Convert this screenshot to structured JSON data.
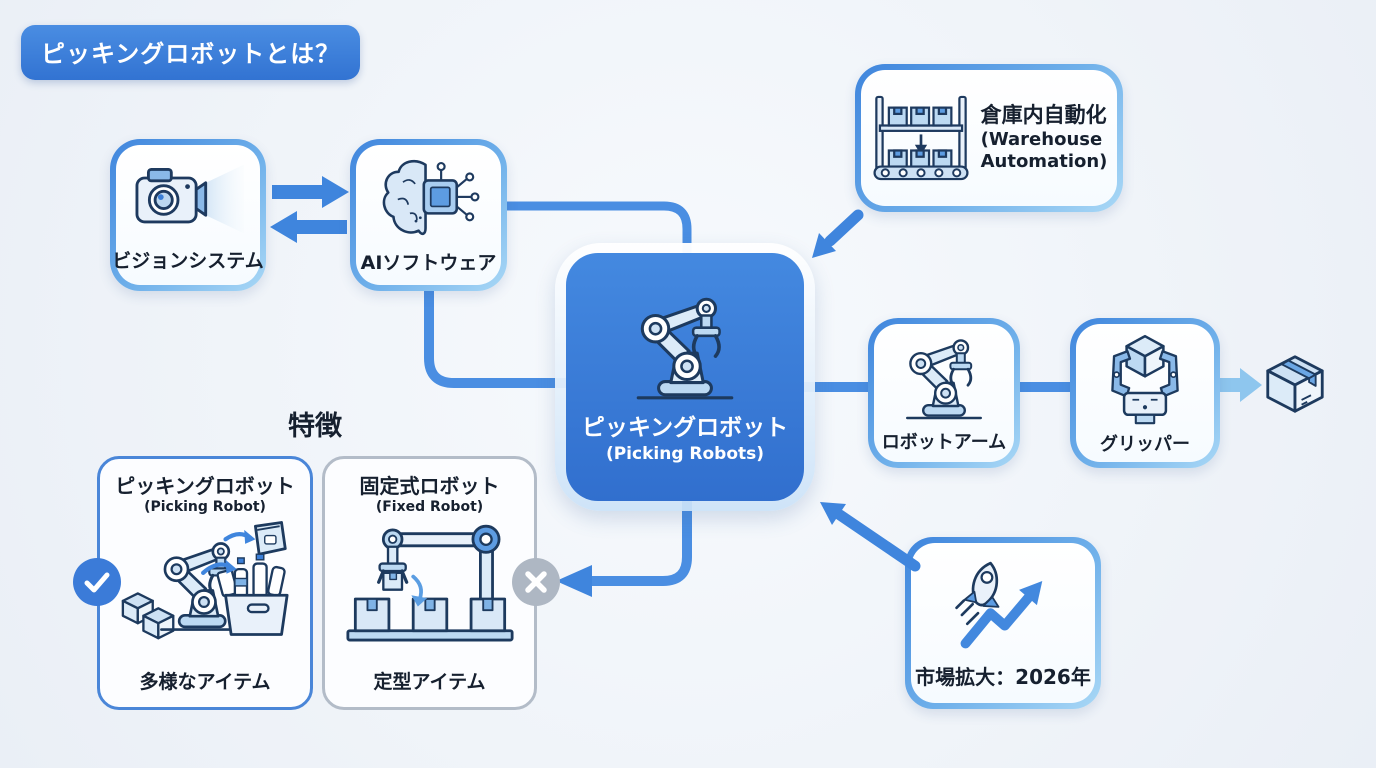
{
  "title_badge": {
    "label": "ピッキングロボットとは？"
  },
  "nodes": {
    "vision": {
      "label": "ビジョンシステム",
      "icon": "camera-icon"
    },
    "ai": {
      "label": "AIソフトウェア",
      "icon": "brain-chip-icon"
    },
    "warehouse": {
      "label": "倉庫内自動化",
      "sublabel_line1": "(Warehouse",
      "sublabel_line2": "Automation)",
      "icon": "warehouse-shelf-icon"
    },
    "picking": {
      "label": "ピッキングロボット",
      "sublabel": "(Picking Robots)",
      "icon": "picking-robot-arm-icon"
    },
    "robot_arm": {
      "label": "ロボットアーム",
      "icon": "robot-arm-icon"
    },
    "gripper": {
      "label": "グリッパー",
      "icon": "gripper-icon"
    },
    "package": {
      "icon": "package-box-icon"
    }
  },
  "features": {
    "heading": "特徴",
    "picking_card": {
      "title": "ピッキングロボット",
      "subtitle": "(Picking Robot)",
      "caption": "多様なアイテム",
      "badge_icon": "check-icon"
    },
    "fixed_card": {
      "title": "固定式ロボット",
      "subtitle": "(Fixed Robot)",
      "caption": "定型アイテム",
      "badge_icon": "x-icon"
    }
  },
  "market": {
    "label": "市場拡大：2026年",
    "icon": "rocket-growth-icon"
  },
  "colors": {
    "background": "#f1f5f9",
    "primary_blue": "#3f85dd",
    "center_box_blue": "#3a7ad8",
    "light_arrow_blue": "#8ec6ee",
    "gray_badge": "#aeb7c3",
    "text_dark": "#16202f"
  }
}
